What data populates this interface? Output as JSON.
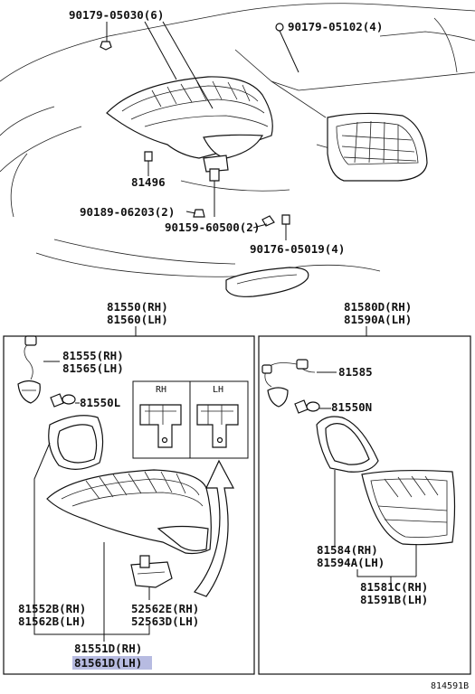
{
  "callouts": {
    "top_bolt_left": "90179-05030(6)",
    "top_bolt_right": "90179-05102(4)",
    "clip": "81496",
    "nut_left": "90189-06203(2)",
    "screw_center": "90159-60500(2)",
    "nut_right": "90176-05019(4)",
    "left_group_rh": "81550(RH)",
    "left_group_lh": "81560(LH)",
    "right_group_rh": "81580D(RH)",
    "right_group_lh": "81590A(LH)",
    "socket_rh": "81555(RH)",
    "socket_lh": "81565(LH)",
    "bulb_left": "81550L",
    "rh_label": "RH",
    "lh_label": "LH",
    "gasket_rh": "81552B(RH)",
    "gasket_lh": "81562B(LH)",
    "bracket_rh": "52562E(RH)",
    "bracket_lh": "52563D(LH)",
    "lens_rh": "81551D(RH)",
    "lens_lh": "81561D(LH)",
    "socket_right": "81585",
    "bulb_right": "81550N",
    "gasket_right_rh": "81584(RH)",
    "gasket_right_lh": "81594A(LH)",
    "lens_right_rh": "81581C(RH)",
    "lens_right_lh": "81591B(LH)",
    "figure_id": "814591B"
  },
  "colors": {
    "highlight": "#7c83c8",
    "ink": "#111111"
  }
}
